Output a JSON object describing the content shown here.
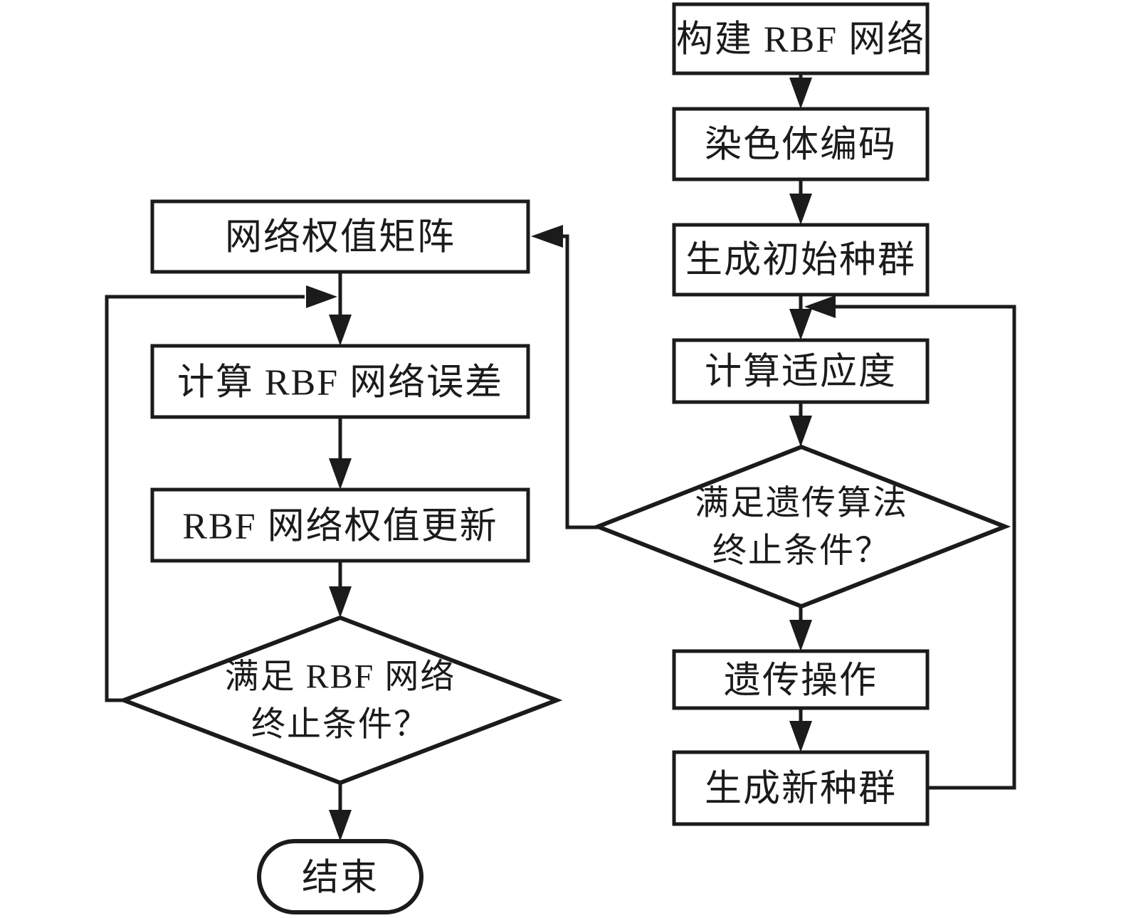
{
  "diagram": {
    "type": "flowchart",
    "colors": {
      "stroke": "#1b1b1b",
      "background": "#ffffff"
    },
    "left_column": {
      "weight_matrix": {
        "label": "网络权值矩阵"
      },
      "compute_error": {
        "label": "计算 RBF 网络误差"
      },
      "weight_update": {
        "label": "RBF 网络权值更新"
      },
      "rbf_decision": {
        "line1": "满足 RBF 网络",
        "line2": "终止条件？"
      },
      "end_terminal": {
        "label": "结束"
      }
    },
    "right_column": {
      "build_rbf": {
        "label": "构建 RBF 网络"
      },
      "chromosome": {
        "label": "染色体编码"
      },
      "init_population": {
        "label": "生成初始种群"
      },
      "fitness": {
        "label": "计算适应度"
      },
      "ga_decision": {
        "line1": "满足遗传算法",
        "line2": "终止条件？"
      },
      "genetic_op": {
        "label": "遗传操作"
      },
      "new_population": {
        "label": "生成新种群"
      }
    }
  }
}
